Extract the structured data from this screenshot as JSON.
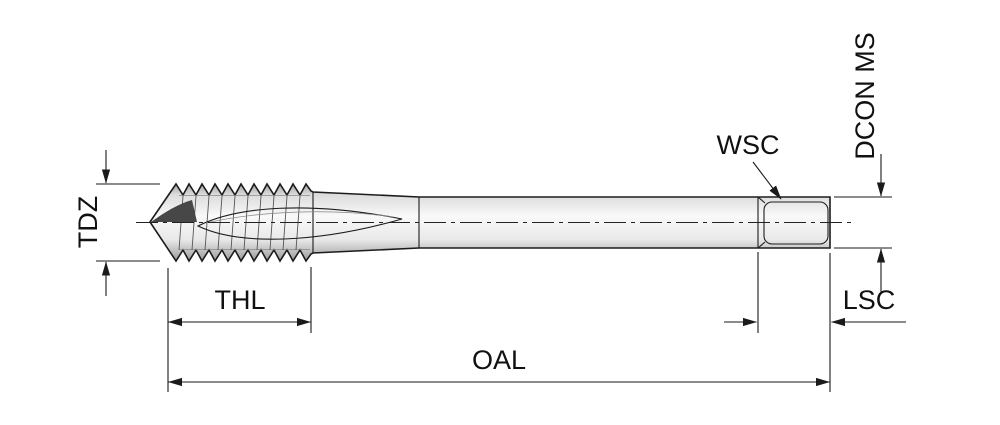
{
  "drawing": {
    "title": "tap-dimension-diagram",
    "labels": {
      "tdz": "TDZ",
      "thl": "THL",
      "oal": "OAL",
      "wsc": "WSC",
      "dcon_ms": "DCON MS",
      "lsc": "LSC"
    },
    "colors": {
      "line": "#1a1a1a",
      "background": "#ffffff",
      "body_highlight": "#f9f9f9",
      "body_shadow": "#9b9b9b"
    }
  }
}
